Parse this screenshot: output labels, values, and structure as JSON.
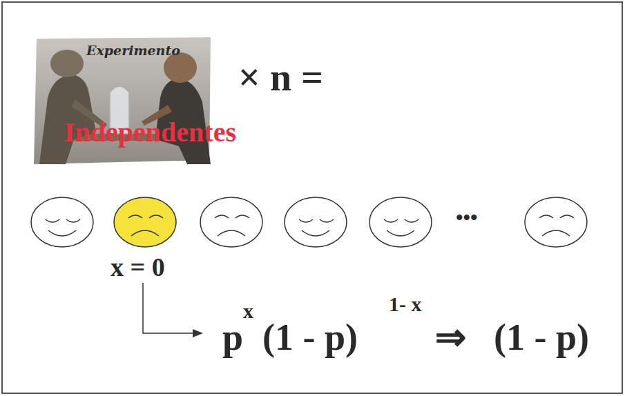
{
  "diagram": {
    "nodes": [
      {
        "text": [
          "Experimento",
          "Independentes"
        ]
      }
    ],
    "labels": [
      "× n =",
      "•••",
      "x = 0",
      "p",
      "x",
      "(1 - p)",
      "1- x",
      "⇒",
      "(1 - p)"
    ]
  }
}
